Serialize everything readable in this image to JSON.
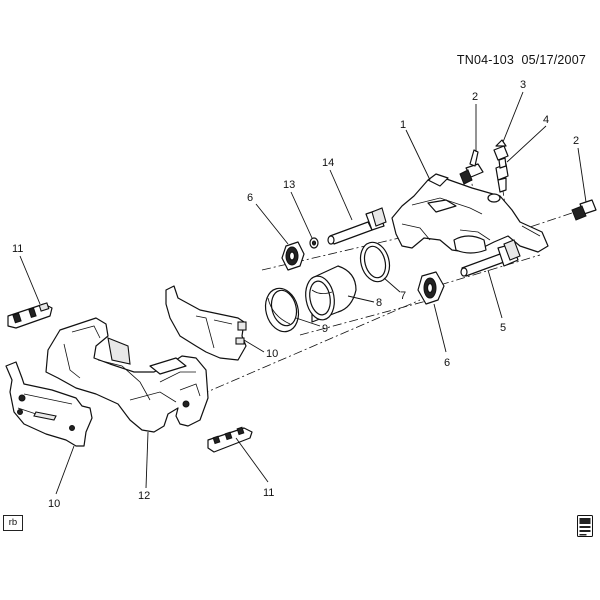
{
  "header": {
    "document_id": "TN04-103",
    "date": "05/17/2007"
  },
  "corner_tag": "rb",
  "callouts": [
    {
      "id": "c1",
      "number": "1"
    },
    {
      "id": "c2a",
      "number": "2"
    },
    {
      "id": "c2b",
      "number": "2"
    },
    {
      "id": "c3",
      "number": "3"
    },
    {
      "id": "c4",
      "number": "4"
    },
    {
      "id": "c5",
      "number": "5"
    },
    {
      "id": "c6a",
      "number": "6"
    },
    {
      "id": "c6b",
      "number": "6"
    },
    {
      "id": "c7",
      "number": "7"
    },
    {
      "id": "c8",
      "number": "8"
    },
    {
      "id": "c9",
      "number": "9"
    },
    {
      "id": "c10a",
      "number": "10"
    },
    {
      "id": "c10b",
      "number": "10"
    },
    {
      "id": "c11a",
      "number": "11"
    },
    {
      "id": "c11b",
      "number": "11"
    },
    {
      "id": "c12",
      "number": "12"
    },
    {
      "id": "c13",
      "number": "13"
    },
    {
      "id": "c14",
      "number": "14"
    }
  ],
  "icons": {
    "corner": "book-icon"
  }
}
